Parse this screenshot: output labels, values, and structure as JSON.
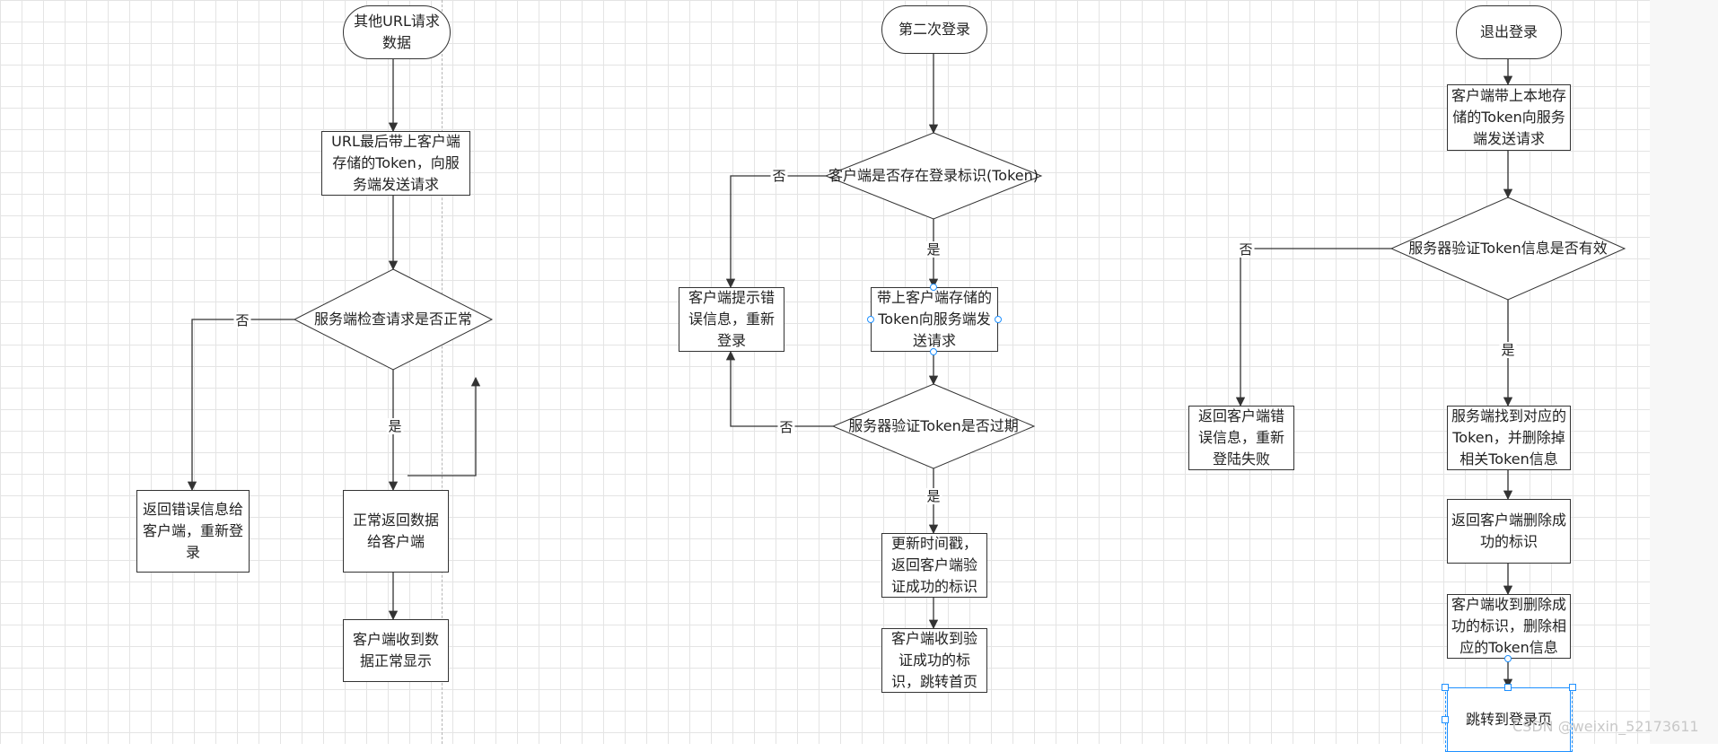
{
  "colors": {
    "line": "#333333",
    "handle": "#1e90ff",
    "grid": "#e4e4e4"
  },
  "flow1": {
    "start": "其他URL请求数据",
    "send": "URL最后带上客户端存储的Token，向服务端发送请求",
    "check": "服务端检查请求是否正常",
    "no": "否",
    "yes": "是",
    "error": "返回错误信息给客户端，重新登录",
    "ok": "正常返回数据给客户端",
    "show": "客户端收到数据正常显示"
  },
  "flow2": {
    "start": "第二次登录",
    "check": "客户端是否存在登录标识(Token)",
    "no1": "否",
    "yes1": "是",
    "error": "客户端提示错误信息，重新登录",
    "send": "带上客户端存储的Token向服务端发送请求",
    "verify": "服务器验证Token是否过期",
    "no2": "否",
    "yes2": "是",
    "update": "更新时间戳，返回客户端验证成功的标识",
    "jump": "客户端收到验证成功的标识，跳转首页"
  },
  "flow3": {
    "start": "退出登录",
    "send": "客户端带上本地存储的Token向服务端发送请求",
    "verify": "服务器验证Token信息是否有效",
    "no": "否",
    "yes": "是",
    "fail": "返回客户端错误信息，重新登陆失败",
    "find": "服务端找到对应的Token，并删除掉相关Token信息",
    "return_ok": "返回客户端删除成功的标识",
    "receive": "客户端收到删除成功的标识，删除相应的Token信息",
    "to_login": "跳转到登录页"
  },
  "watermark": "CSDN @weixin_52173611"
}
